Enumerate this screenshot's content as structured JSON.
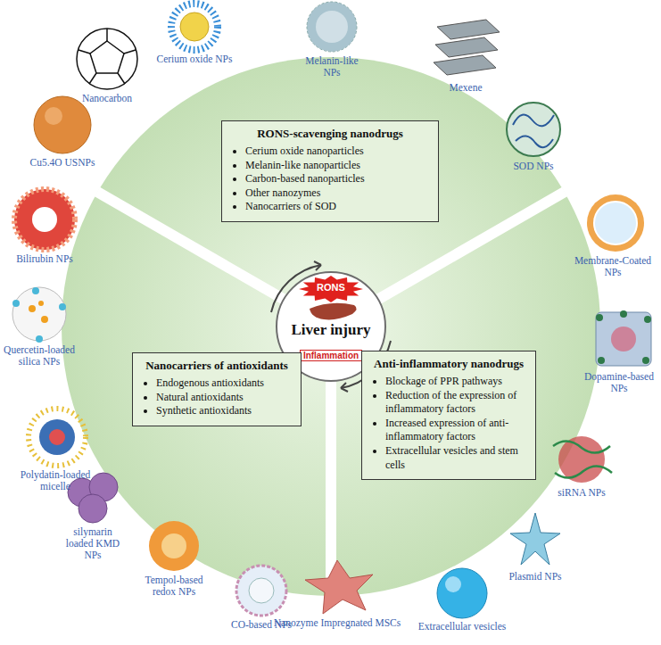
{
  "diagram": {
    "nodes": [
      {
        "text": [
          "RONS",
          "Liver injury",
          "Inflammation"
        ]
      },
      {
        "text": [
          "RONS-scavenging nanodrugs",
          "Cerium oxide nanoparticles",
          "Melanin-like nanoparticles",
          "Carbon-based nanoparticles",
          "Other nanozymes",
          "Nanocarriers of SOD"
        ]
      },
      {
        "text": [
          "Nanocarriers of antioxidants",
          "Endogenous antioxidants",
          "Natural antioxidants",
          "Synthetic antioxidants"
        ]
      },
      {
        "text": [
          "Anti-inflammatory nanodrugs",
          "Blockage of PPR pathways",
          "Reduction of the expression of inflammatory factors",
          "Increased expression of anti-inflammatory factors",
          "Extracellular vesicles and stem cells"
        ]
      }
    ],
    "edges": [],
    "labels": [
      "Nanocarbon",
      "Cerium oxide NPs",
      "Melanin-like NPs",
      "Mexene",
      "SOD NPs",
      "Membrane-Coated NPs",
      "Dopamine-based NPs",
      "siRNA NPs",
      "Plasmid NPs",
      "Extracellular vesicles",
      "Nanozyme Impregnated MSCs",
      "CO-based NPs",
      "Tempol-based redox NPs",
      "silymarin loaded KMD NPs",
      "Polydatin-loaded micelle",
      "Quercetin-loaded silica NPs",
      "Bilirubin NPs",
      "Cu5.4O USNPs"
    ]
  }
}
